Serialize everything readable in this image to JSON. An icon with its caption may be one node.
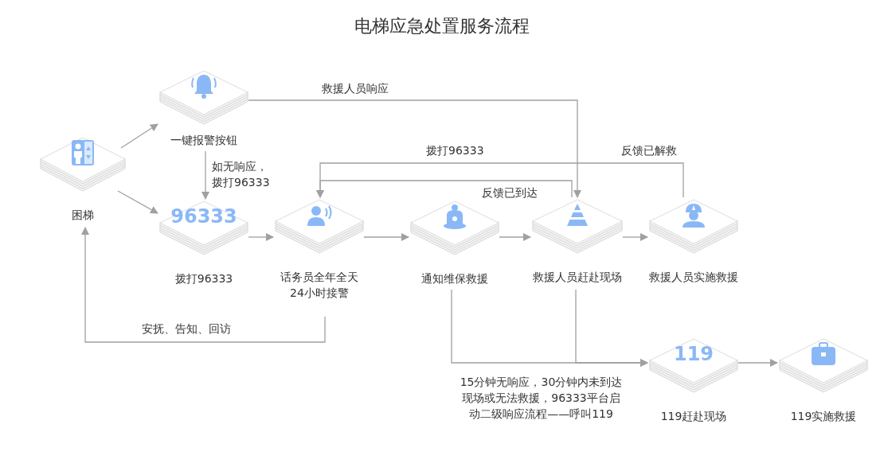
{
  "diagram": {
    "title": "电梯应急处置服务流程",
    "nodes": [
      {
        "text": [
          "困梯"
        ]
      },
      {
        "text": [
          "一键报警按钮"
        ]
      },
      {
        "text": [
          "96333",
          "拨打96333"
        ]
      },
      {
        "text": [
          "话务员全年全天 24小时接警"
        ]
      },
      {
        "text": [
          "通知维保救援"
        ]
      },
      {
        "text": [
          "救援人员赶赴现场"
        ]
      },
      {
        "text": [
          "救援人员实施救援"
        ]
      },
      {
        "text": [
          "119",
          "119赶赴现场"
        ]
      },
      {
        "text": [
          "119实施救援"
        ]
      }
    ],
    "edges": [
      {
        "from": 0,
        "to": 1,
        "arrow": "to"
      },
      {
        "from": 0,
        "to": 2,
        "arrow": "to"
      },
      {
        "from": 1,
        "to": 2,
        "arrow": "to",
        "label": "如无响应，拨打96333"
      },
      {
        "from": 2,
        "to": 3,
        "arrow": "to"
      },
      {
        "from": 3,
        "to": 4,
        "arrow": "to"
      },
      {
        "from": 4,
        "to": 5,
        "arrow": "to"
      },
      {
        "from": 5,
        "to": 6,
        "arrow": "to"
      },
      {
        "from": 1,
        "to": 5,
        "arrow": "to",
        "label": "救援人员响应"
      },
      {
        "from": 6,
        "to": 3,
        "arrow": "to",
        "label": "反馈已解救"
      },
      {
        "from": 5,
        "to": 3,
        "arrow": "to",
        "label": "反馈已到达"
      },
      {
        "from": 3,
        "to": 0,
        "arrow": "to",
        "label": "安抚、告知、回访"
      },
      {
        "from": 4,
        "to": 7,
        "arrow": "to",
        "label": "15分钟无响应，30分钟内未到达现场或无法救援，96333平台启动二级响应流程——呼叫119"
      },
      {
        "from": 5,
        "to": 7,
        "arrow": "to"
      },
      {
        "from": 7,
        "to": 8,
        "arrow": "to"
      }
    ],
    "labels": [
      "拨打96333"
    ]
  }
}
